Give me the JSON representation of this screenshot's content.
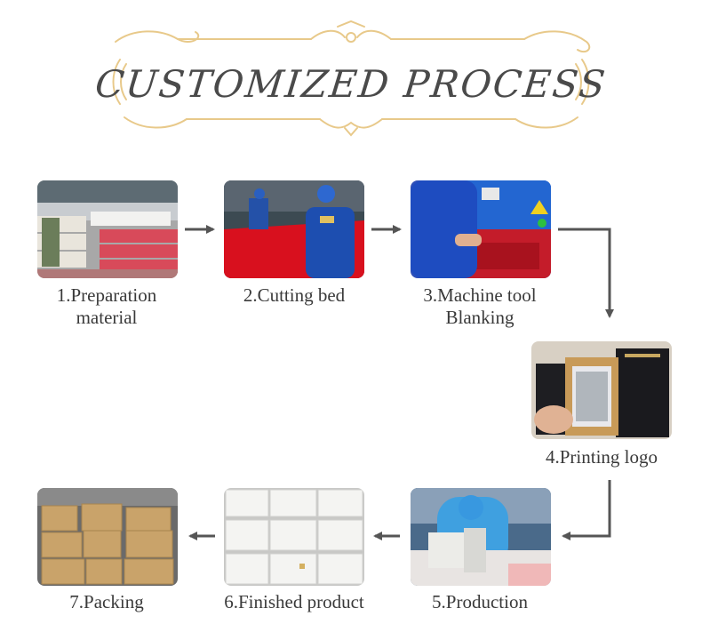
{
  "title": "CUSTOMIZED PROCESS",
  "steps": [
    {
      "label_line1": "1.Preparation",
      "label_line2": "material"
    },
    {
      "label_line1": "2.Cutting bed"
    },
    {
      "label_line1": "3.Machine tool",
      "label_line2": "Blanking"
    },
    {
      "label_line1": "4.Printing logo"
    },
    {
      "label_line1": "5.Production"
    },
    {
      "label_line1": "6.Finished product"
    },
    {
      "label_line1": "7.Packing"
    }
  ],
  "colors": {
    "ornament": "#e8c98a",
    "arrow": "#555555",
    "title": "#4a4a4a"
  }
}
